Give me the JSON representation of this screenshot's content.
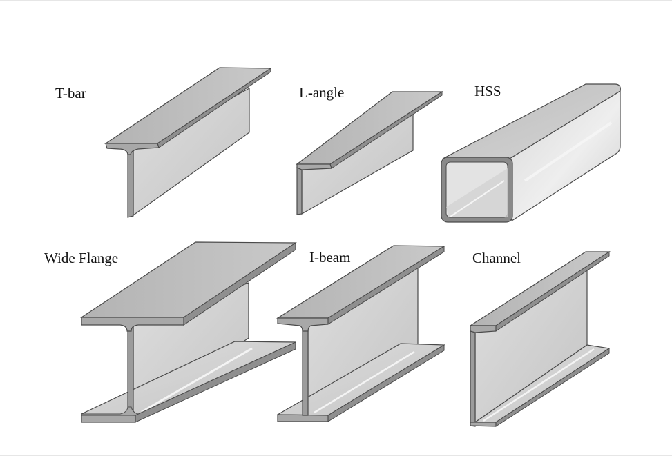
{
  "diagram": {
    "shapes": [
      {
        "id": "t-bar",
        "label": "T-bar"
      },
      {
        "id": "l-angle",
        "label": "L-angle"
      },
      {
        "id": "hss",
        "label": "HSS"
      },
      {
        "id": "wide-flange",
        "label": "Wide Flange"
      },
      {
        "id": "i-beam",
        "label": "I-beam"
      },
      {
        "id": "channel",
        "label": "Channel"
      }
    ],
    "colors": {
      "face_light": "#d6d6d6",
      "face_mid": "#bdbdbd",
      "face_dark": "#a3a3a3",
      "edge": "#4a4a4a",
      "highlight": "#efefef"
    }
  }
}
